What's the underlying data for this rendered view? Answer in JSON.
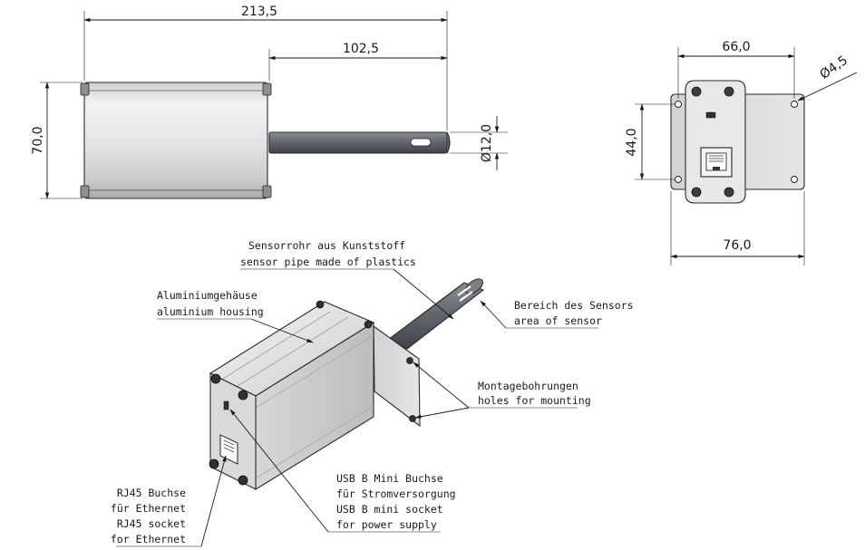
{
  "dimensions": {
    "total_length": "213,5",
    "pipe_length": "102,5",
    "height": "70,0",
    "pipe_diameter": "Ø12,0",
    "plate_width_top": "66,0",
    "hole_diameter": "Ø4,5",
    "plate_height": "44,0",
    "plate_width_bottom": "76,0"
  },
  "callouts": {
    "sensor_pipe": [
      "Sensorrohr aus Kunststoff",
      "sensor pipe made of plastics"
    ],
    "housing": [
      "Aluminiumgehäuse",
      "aluminium housing"
    ],
    "sensor_area": [
      "Bereich des Sensors",
      "area of sensor"
    ],
    "mounting_holes": [
      "Montagebohrungen",
      "holes for mounting"
    ],
    "usb": [
      "USB B Mini Buchse",
      "für Stromversorgung",
      "USB B mini socket",
      "for power supply"
    ],
    "rj45": [
      "RJ45 Buchse",
      "für Ethernet",
      "RJ45 socket",
      "for Ethernet"
    ]
  },
  "colors": {
    "aluminium_light": "#e4e4e6",
    "aluminium_mid": "#bfc0c3",
    "pipe_dark": "#5d6068",
    "line": "#1a1a1a"
  }
}
